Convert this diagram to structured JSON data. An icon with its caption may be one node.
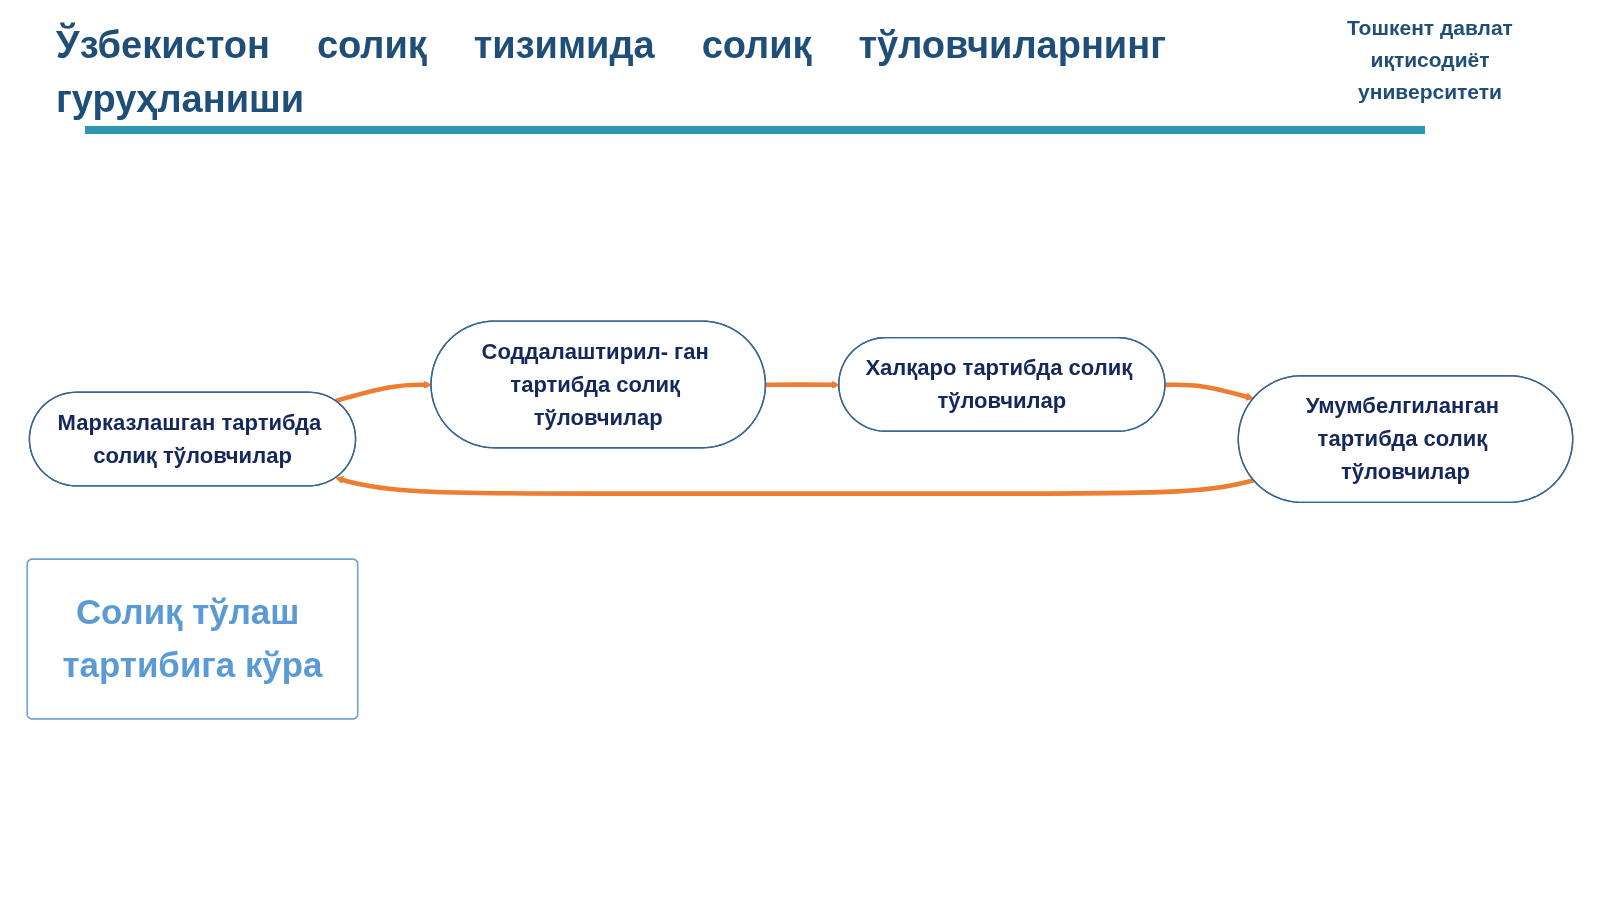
{
  "diagram": {
    "title": "Ўзбекистон солиқ тизимида солиқ тўловчиларнинг гуруҳланиши",
    "nodes": [
      {
        "text": [
          "Марказлашган тартибда солиқ тўловчилар"
        ]
      },
      {
        "text": [
          "Умумбелгиланган тартибда солиқ тўловчилар"
        ]
      },
      {
        "text": [
          "Солиқ тўлаш тартибига кўра"
        ]
      },
      {
        "text": [
          "Соддалаштирил- ган тартибда солиқ тўловчилар"
        ]
      },
      {
        "text": [
          "Халқаро тартибда солиқ тўловчилар"
        ]
      }
    ],
    "edges": [
      {
        "from": 1,
        "to": 0,
        "arrow": "to"
      },
      {
        "from": 0,
        "to": 3,
        "arrow": "to"
      },
      {
        "from": 3,
        "to": 4,
        "arrow": "to"
      },
      {
        "from": 4,
        "to": 1,
        "arrow": "to"
      }
    ],
    "labels": [
      "Тошкент давлат иқтисодиёт университети"
    ]
  }
}
